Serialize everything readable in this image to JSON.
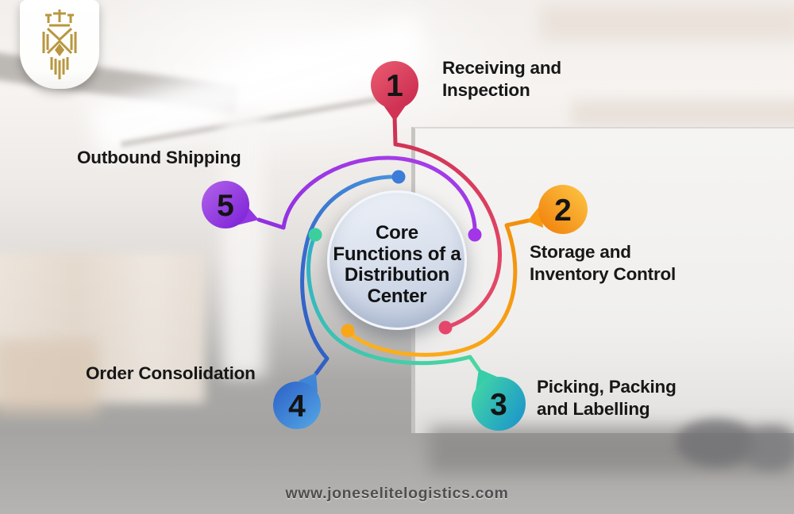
{
  "brand": {
    "emblem_icon": "gold-crest-icon",
    "emblem_color": "#b8973f"
  },
  "center": {
    "title_lines": [
      "Core",
      "Functions of a",
      "Distribution",
      "Center"
    ]
  },
  "items": [
    {
      "number": "1",
      "lines": [
        "Receiving and",
        "Inspection"
      ],
      "arc": [
        "#ce3053",
        "#e24868"
      ],
      "fill": [
        "#ec5d72",
        "#c8294d"
      ],
      "tail": "#d23254",
      "dot": "#e4476b"
    },
    {
      "number": "2",
      "lines": [
        "Storage and",
        "Inventory Control"
      ],
      "arc": [
        "#f28e0c",
        "#fcb31f"
      ],
      "fill": [
        "#f07c09",
        "#fdc845"
      ],
      "tail": "#f79a12",
      "dot": "#f9a61a"
    },
    {
      "number": "3",
      "lines": [
        "Picking, Packing",
        "and Labelling"
      ],
      "arc": [
        "#2fafc6",
        "#4bd89e"
      ],
      "fill": [
        "#45dba2",
        "#1f9bc8"
      ],
      "tail": "#36cda8",
      "dot": "#3bcf9e"
    },
    {
      "number": "4",
      "lines": [
        "Order Consolidation"
      ],
      "arc": [
        "#4a92dd",
        "#2e5ec4"
      ],
      "fill": [
        "#2c5fc6",
        "#54a8e6"
      ],
      "tail": "#3f86d8",
      "dot": "#3b7cd8"
    },
    {
      "number": "5",
      "lines": [
        "Outbound Shipping"
      ],
      "arc": [
        "#8f2fe0",
        "#a83ee8"
      ],
      "fill": [
        "#b264ea",
        "#7a1ed6"
      ],
      "tail": "#9437e2",
      "dot": "#a335e8"
    }
  ],
  "footer": {
    "website": "www.joneselitelogistics.com"
  }
}
